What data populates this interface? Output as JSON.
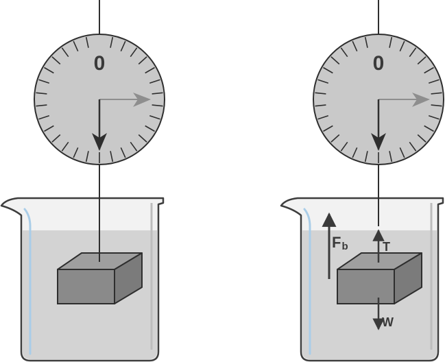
{
  "dials": [
    {
      "zero_label": "0"
    },
    {
      "zero_label": "0"
    }
  ],
  "forces": {
    "buoyant": {
      "label": "F",
      "subscript": "b"
    },
    "tension": {
      "label": "T"
    },
    "weight": {
      "label": "W"
    }
  },
  "colors": {
    "dial_face": "#c9c9c9",
    "dial_stroke": "#2e2e2e",
    "water": "#d3d3d3",
    "beaker_glass": "#f2f2f2",
    "beaker_outline": "#3d3d3d",
    "glass_highlight": "#a9cde8",
    "block_front": "#8a8a8a",
    "block_top": "#9f9f9f",
    "block_side": "#7b7b7b",
    "arrow": "#3a3a3a",
    "pointer_gray": "#8e8e8e"
  }
}
